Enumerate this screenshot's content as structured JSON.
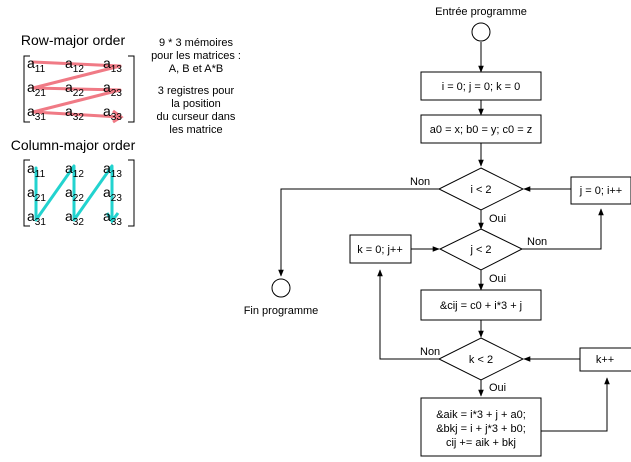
{
  "left": {
    "row_title": "Row-major order",
    "col_title": "Column-major order",
    "row_matrix": [
      [
        "a",
        "11"
      ],
      [
        "a",
        "12"
      ],
      [
        "a",
        "13"
      ],
      [
        "a",
        "21"
      ],
      [
        "a",
        "22"
      ],
      [
        "a",
        "23"
      ],
      [
        "a",
        "31"
      ],
      [
        "a",
        "32"
      ],
      [
        "a",
        "33"
      ]
    ],
    "col_matrix": [
      [
        "a",
        "11"
      ],
      [
        "a",
        "12"
      ],
      [
        "a",
        "13"
      ],
      [
        "a",
        "21"
      ],
      [
        "a",
        "22"
      ],
      [
        "a",
        "23"
      ],
      [
        "a",
        "31"
      ],
      [
        "a",
        "32"
      ],
      [
        "a",
        "33"
      ]
    ],
    "row_color": "#f07a85",
    "col_color": "#22d3cf"
  },
  "notes": {
    "memory": [
      "9 * 3 mémoires",
      "pour les matrices :",
      "A, B et A*B"
    ],
    "registers": [
      "3 registres pour",
      "la position",
      "du curseur dans",
      "les matrice"
    ]
  },
  "flow": {
    "start": "Entrée programme",
    "end": "Fin programme",
    "init1": "i = 0; j = 0; k = 0",
    "init2": "a0 = x; b0 = y; c0 = z",
    "cond_i": "i < 2",
    "cond_j": "j < 2",
    "cond_k": "k < 2",
    "addr_c": "&cij = c0 + i*3 + j",
    "compute": [
      "&aik = i*3 + j + a0;",
      "&bkj = i + j*3 + b0;",
      "cij += aik + bkj"
    ],
    "inc_j": "j = 0; i++",
    "inc_k": "k = 0; j++",
    "inc_kk": "k++",
    "yes": "Oui",
    "no": "Non"
  }
}
